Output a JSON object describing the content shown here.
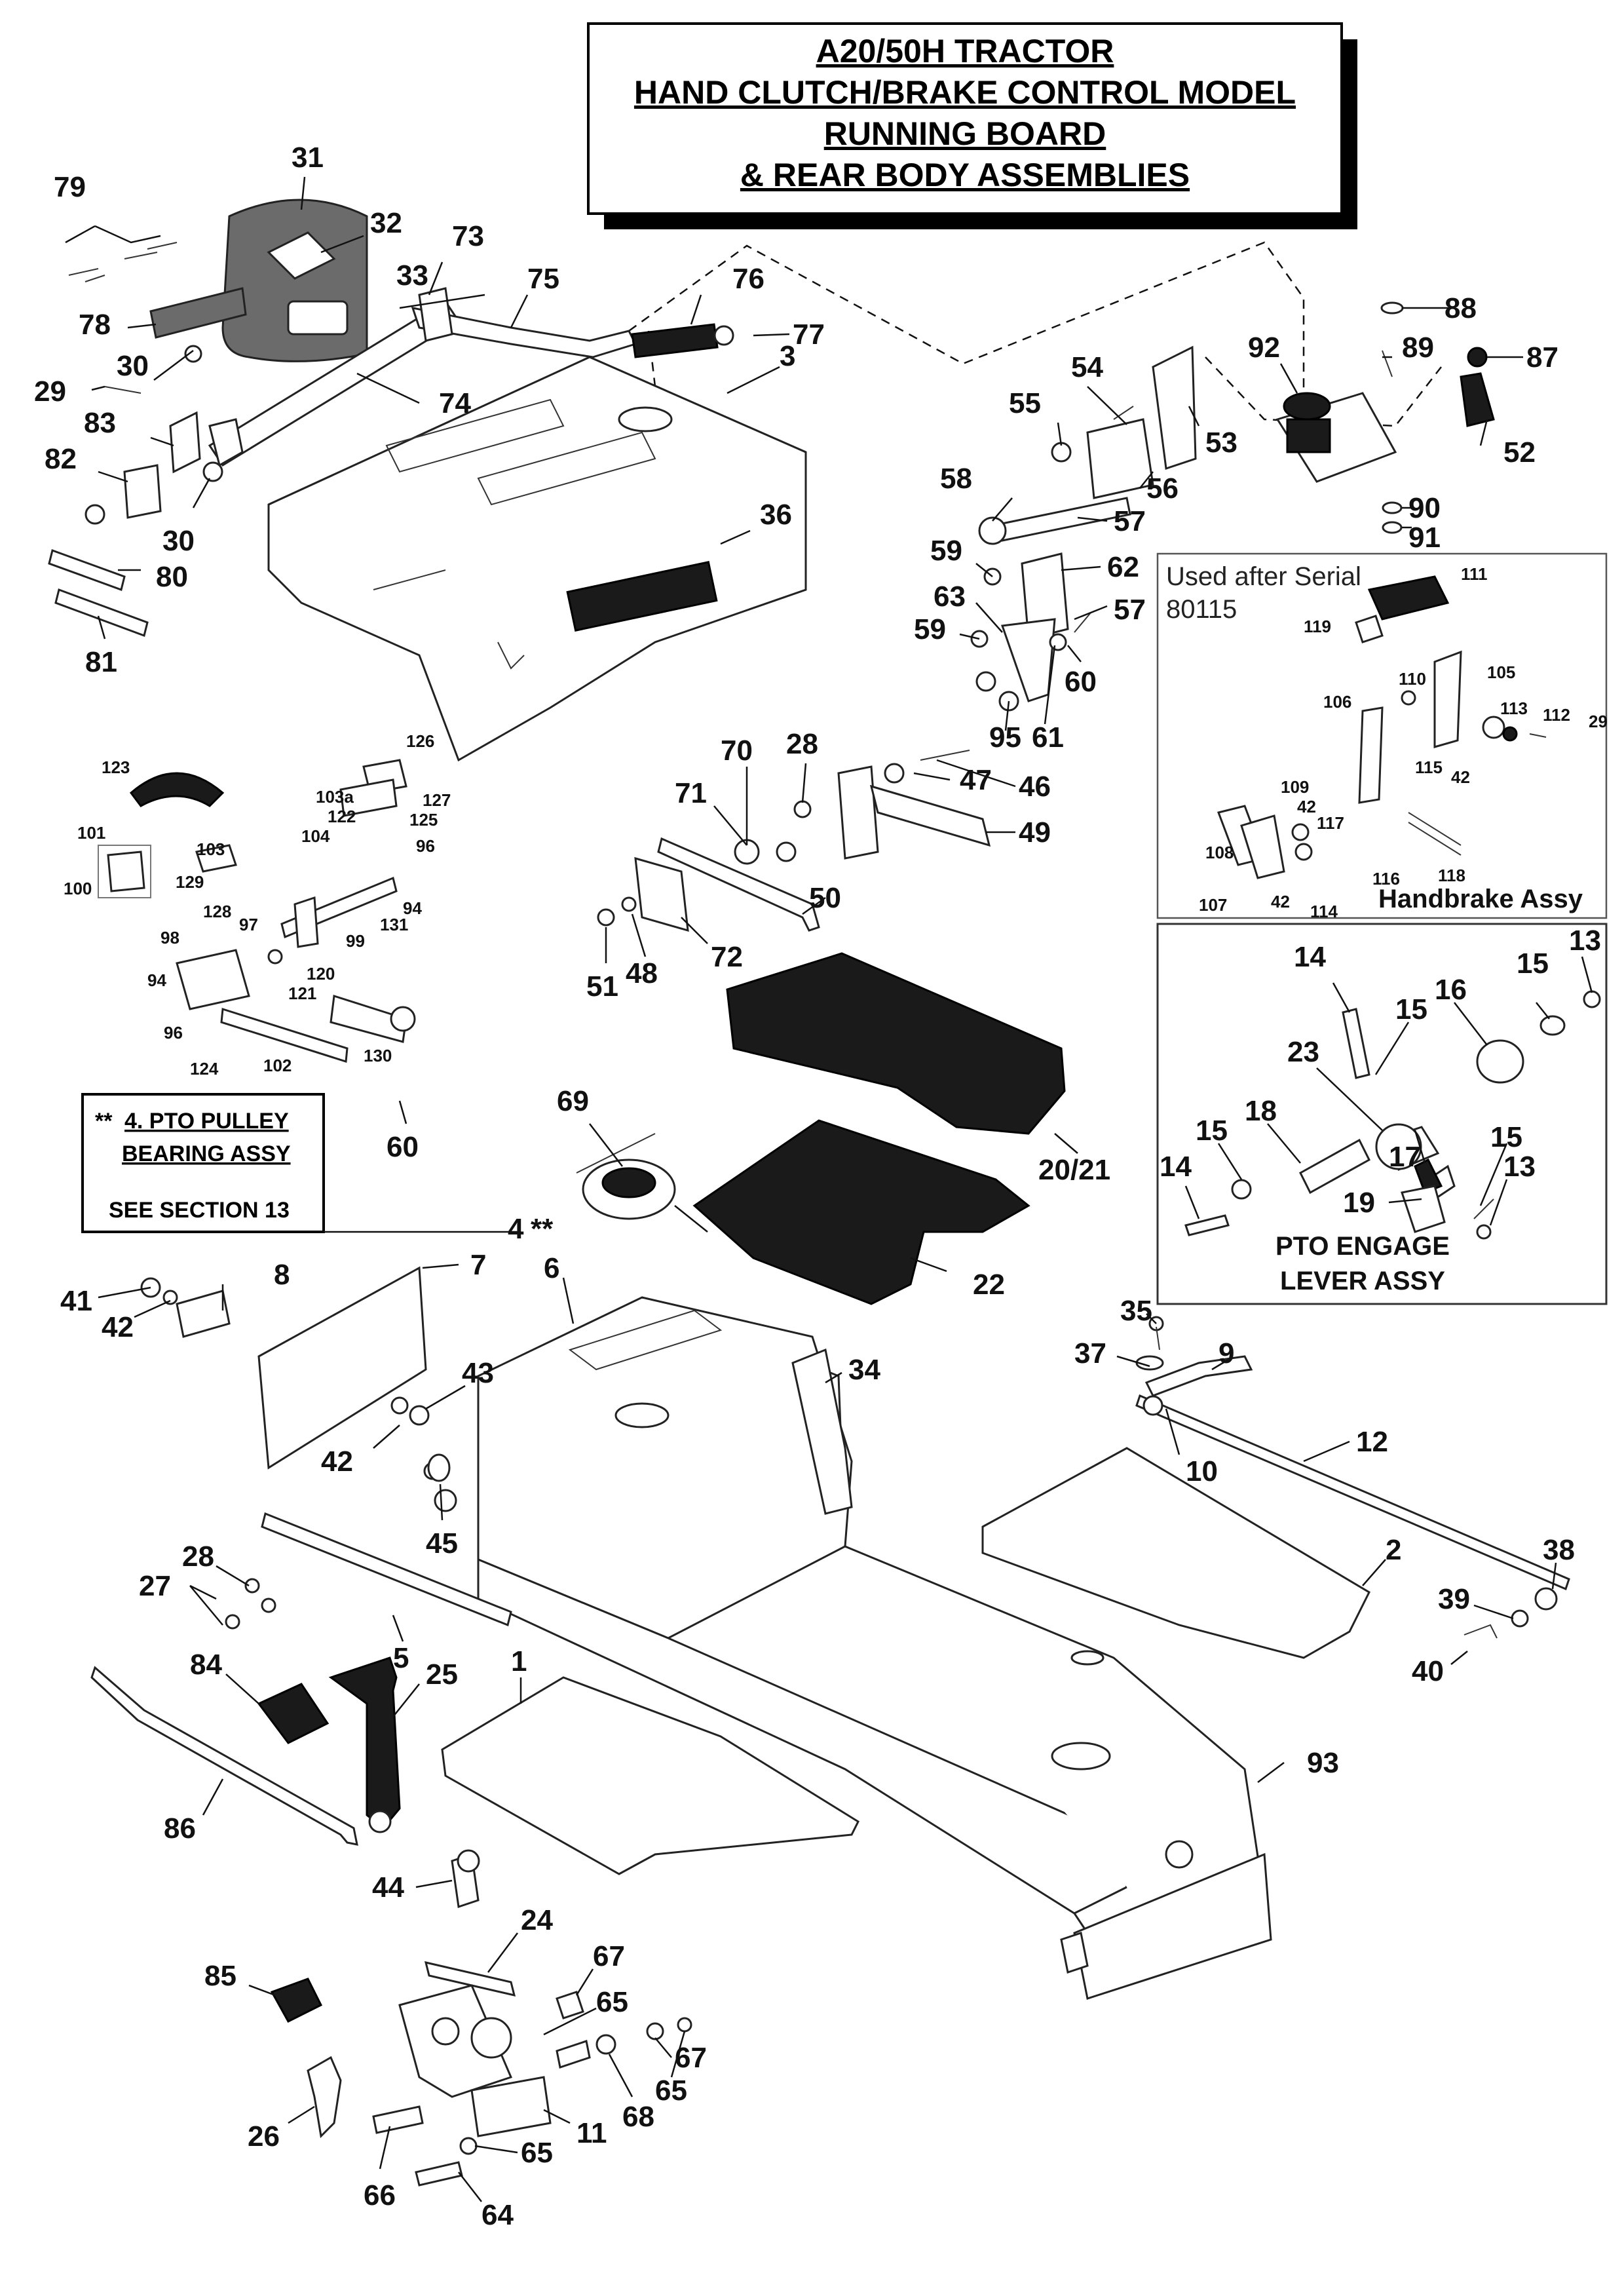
{
  "title": {
    "line1": "A20/50H TRACTOR",
    "line2": "HAND CLUTCH/BRAKE CONTROL MODEL",
    "line3": "RUNNING BOARD",
    "line4": "& REAR BODY ASSEMBLIES"
  },
  "pto_note": {
    "prefix": "**",
    "line1": "4. PTO PULLEY",
    "line2": "BEARING ASSY",
    "line3": "SEE SECTION 13"
  },
  "handbrake_inset": {
    "note_line1": "Used after Serial",
    "note_line2": "80115",
    "title": "Handbrake Assy"
  },
  "pto_lever_inset": {
    "title_line1": "PTO ENGAGE",
    "title_line2": "LEVER ASSY"
  },
  "callouts": {
    "c79": "79",
    "c31": "31",
    "c32": "32",
    "c73": "73",
    "c33": "33",
    "c75": "75",
    "c76": "76",
    "c77": "77",
    "c3": "3",
    "c78": "78",
    "c30a": "30",
    "c29a": "29",
    "c74": "74",
    "c83": "83",
    "c82": "82",
    "c30b": "30",
    "c80": "80",
    "c81": "81",
    "c36": "36",
    "c54": "54",
    "c55": "55",
    "c53": "53",
    "c92": "92",
    "c88": "88",
    "c89": "89",
    "c87": "87",
    "c52": "52",
    "c56": "56",
    "c58": "58",
    "c57a": "57",
    "c90": "90",
    "c91": "91",
    "c59a": "59",
    "c62": "62",
    "c57b": "57",
    "c63": "63",
    "c59b": "59",
    "c60a": "60",
    "c95": "95",
    "c61": "61",
    "c70": "70",
    "c28a": "28",
    "c47": "47",
    "c46": "46",
    "c71": "71",
    "c49": "49",
    "c50": "50",
    "c72": "72",
    "c51": "51",
    "c48": "48",
    "c69": "69",
    "c20_21": "20/21",
    "c22": "22",
    "c4": "4",
    "c4stars": "**",
    "c60b": "60",
    "c7": "7",
    "c8": "8",
    "c41": "41",
    "c42a": "42",
    "c6": "6",
    "c34": "34",
    "c43": "43",
    "c42b": "42",
    "c45": "45",
    "c35": "35",
    "c37": "37",
    "c9": "9",
    "c10": "10",
    "c12": "12",
    "c2": "2",
    "c38": "38",
    "c39": "39",
    "c40": "40",
    "c28b": "28",
    "c27": "27",
    "c5": "5",
    "c1": "1",
    "c84": "84",
    "c25": "25",
    "c86": "86",
    "c93": "93",
    "c44": "44",
    "c24": "24",
    "c67a": "67",
    "c65a": "65",
    "c85": "85",
    "c67b": "67",
    "c65b": "65",
    "c68": "68",
    "c26": "26",
    "c11": "11",
    "c66": "66",
    "c65c": "65",
    "c64": "64",
    "c14a": "14",
    "c13a": "13",
    "c15a": "15",
    "c16": "16",
    "c15b": "15",
    "c23": "23",
    "c18": "18",
    "c15c": "15",
    "c17": "17",
    "c15d": "15",
    "c14b": "14",
    "c19": "19",
    "c13b": "13",
    "c111": "111",
    "c119": "119",
    "c105": "105",
    "c110": "110",
    "c106": "106",
    "c113": "113",
    "c112": "112",
    "c29b": "29",
    "c115": "115",
    "c42c": "42",
    "c109": "109",
    "c42d": "42",
    "c117": "117",
    "c108": "108",
    "c116": "116",
    "c118": "118",
    "c107": "107",
    "c42e": "42",
    "c114": "114",
    "c126": "126",
    "c123": "123",
    "c103a": "103a",
    "c127": "127",
    "c122": "122",
    "c125": "125",
    "c101": "101",
    "c104": "104",
    "c96a": "96",
    "c103": "103",
    "c100": "100",
    "c129": "129",
    "c128": "128",
    "c94a": "94",
    "c131": "131",
    "c97": "97",
    "c99": "99",
    "c98": "98",
    "c120": "120",
    "c94b": "94",
    "c121": "121",
    "c96b": "96",
    "c124": "124",
    "c102": "102",
    "c130": "130"
  }
}
